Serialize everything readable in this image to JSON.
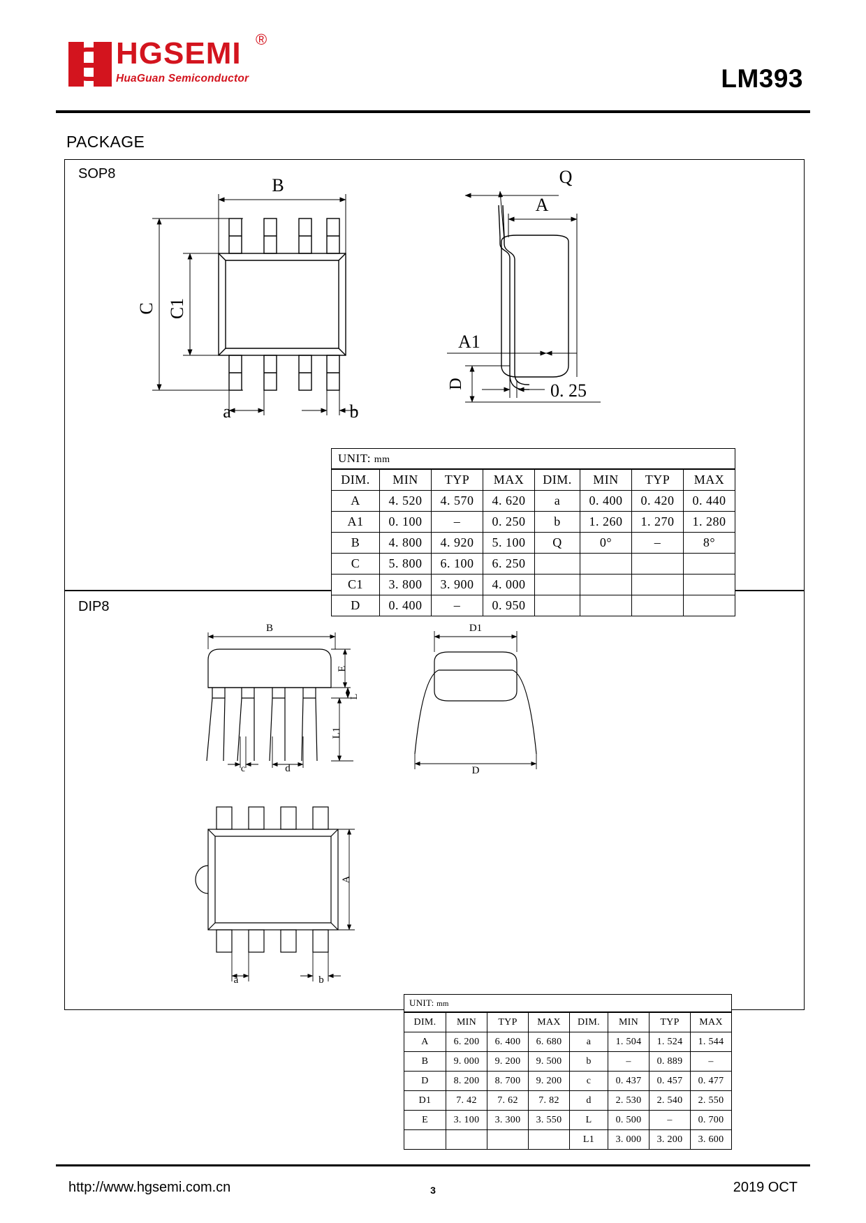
{
  "header": {
    "brand_name": "HGSEMI",
    "brand_sub": "HuaGuan Semiconductor",
    "registered_mark": "®",
    "part_number": "LM393",
    "brand_color": "#d3141e"
  },
  "section": {
    "title": "PACKAGE"
  },
  "packages": {
    "sop8": {
      "label": "SOP8",
      "top_view_labels": {
        "width": "B",
        "height_outer": "C",
        "height_body": "C1",
        "pitch": "a",
        "lead_width": "b"
      },
      "side_view_labels": {
        "angle": "Q",
        "body_width": "A",
        "standoff": "A1",
        "lead_thickness": "D",
        "lead_length": "0. 25"
      }
    },
    "dip8": {
      "label": "DIP8",
      "front_view_labels": {
        "width": "B",
        "body_height": "E",
        "lead_seat": "L",
        "lead_length": "L1",
        "lead_thickness": "c",
        "pitch": "d"
      },
      "side_view_labels": {
        "body_depth": "D1",
        "overall_depth": "D"
      },
      "top_view_labels": {
        "depth": "A",
        "pitch": "a",
        "lead_width": "b"
      }
    }
  },
  "sop8_table": {
    "unit_label": "UNIT:",
    "unit_value": "mm",
    "headers": [
      "DIM.",
      "MIN",
      "TYP",
      "MAX",
      "DIM.",
      "MIN",
      "TYP",
      "MAX"
    ],
    "rows": [
      [
        "A",
        "4. 520",
        "4. 570",
        "4. 620",
        "a",
        "0. 400",
        "0. 420",
        "0. 440"
      ],
      [
        "A1",
        "0. 100",
        "–",
        "0. 250",
        "b",
        "1. 260",
        "1. 270",
        "1. 280"
      ],
      [
        "B",
        "4. 800",
        "4. 920",
        "5. 100",
        "Q",
        "0°",
        "–",
        "8°"
      ],
      [
        "C",
        "5. 800",
        "6. 100",
        "6. 250",
        "",
        "",
        "",
        ""
      ],
      [
        "C1",
        "3. 800",
        "3. 900",
        "4. 000",
        "",
        "",
        "",
        ""
      ],
      [
        "D",
        "0. 400",
        "–",
        "0. 950",
        "",
        "",
        "",
        ""
      ]
    ]
  },
  "dip8_table": {
    "unit_label": "UNIT:",
    "unit_value": "mm",
    "headers": [
      "DIM.",
      "MIN",
      "TYP",
      "MAX",
      "DIM.",
      "MIN",
      "TYP",
      "MAX"
    ],
    "rows": [
      [
        "A",
        "6. 200",
        "6. 400",
        "6. 680",
        "a",
        "1. 504",
        "1. 524",
        "1. 544"
      ],
      [
        "B",
        "9. 000",
        "9. 200",
        "9. 500",
        "b",
        "–",
        "0. 889",
        "–"
      ],
      [
        "D",
        "8. 200",
        "8. 700",
        "9. 200",
        "c",
        "0. 437",
        "0. 457",
        "0. 477"
      ],
      [
        "D1",
        "7. 42",
        "7. 62",
        "7. 82",
        "d",
        "2. 530",
        "2. 540",
        "2. 550"
      ],
      [
        "E",
        "3. 100",
        "3. 300",
        "3. 550",
        "L",
        "0. 500",
        "–",
        "0. 700"
      ],
      [
        "",
        "",
        "",
        "",
        "L1",
        "3. 000",
        "3. 200",
        "3. 600"
      ]
    ]
  },
  "footer": {
    "url": "http://www.hgsemi.com.cn",
    "page": "3",
    "date": "2019 OCT"
  }
}
